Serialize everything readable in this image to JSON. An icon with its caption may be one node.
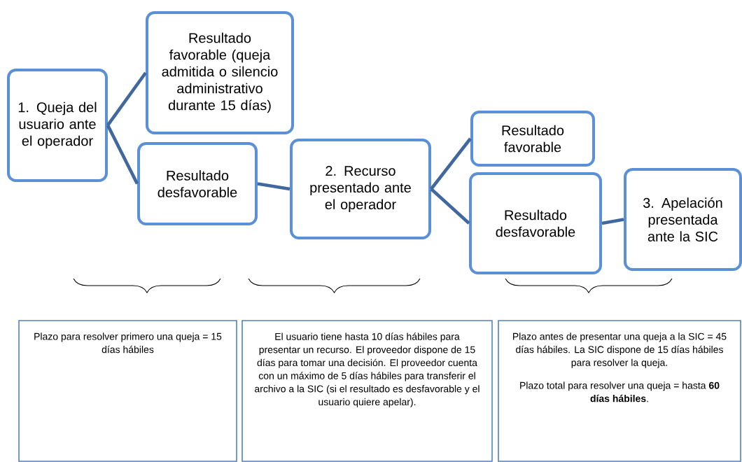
{
  "diagram": {
    "nodes": [
      {
        "text": [
          "1. Queja del usuario ante el operador"
        ]
      },
      {
        "text": [
          "Resultado favorable (queja admitida o silencio administrativo durante 15 días)"
        ]
      },
      {
        "text": [
          "Resultado desfavorable"
        ]
      },
      {
        "text": [
          "2. Recurso presentado ante el operador"
        ]
      },
      {
        "text": [
          "Resultado favorable"
        ]
      },
      {
        "text": [
          "Resultado desfavorable"
        ]
      },
      {
        "text": [
          "3. Apelación presentada ante la SIC"
        ]
      },
      {
        "text": [
          "Plazo para resolver primero una queja = 15 días hábiles"
        ]
      },
      {
        "text": [
          "El usuario tiene hasta 10 días hábiles para presentar un recurso. El proveedor dispone de 15 días para tomar una decisión. El proveedor cuenta con un máximo de 5 días hábiles para transferir el archivo a la SIC (si el resultado es desfavorable y el usuario quiere apelar)."
        ]
      },
      {
        "text": [
          "Plazo antes de presentar una queja a la SIC = 45 días hábiles. La SIC dispone de 15 días hábiles para resolver la queja.",
          "Plazo total para resolver una queja = hasta **60 días hábiles**."
        ]
      }
    ],
    "edges": [
      {
        "from": 0,
        "to": 1,
        "arrow": "none"
      },
      {
        "from": 0,
        "to": 2,
        "arrow": "none"
      },
      {
        "from": 2,
        "to": 3,
        "arrow": "none"
      },
      {
        "from": 3,
        "to": 4,
        "arrow": "none"
      },
      {
        "from": 3,
        "to": 5,
        "arrow": "none"
      },
      {
        "from": 5,
        "to": 6,
        "arrow": "none"
      }
    ]
  }
}
